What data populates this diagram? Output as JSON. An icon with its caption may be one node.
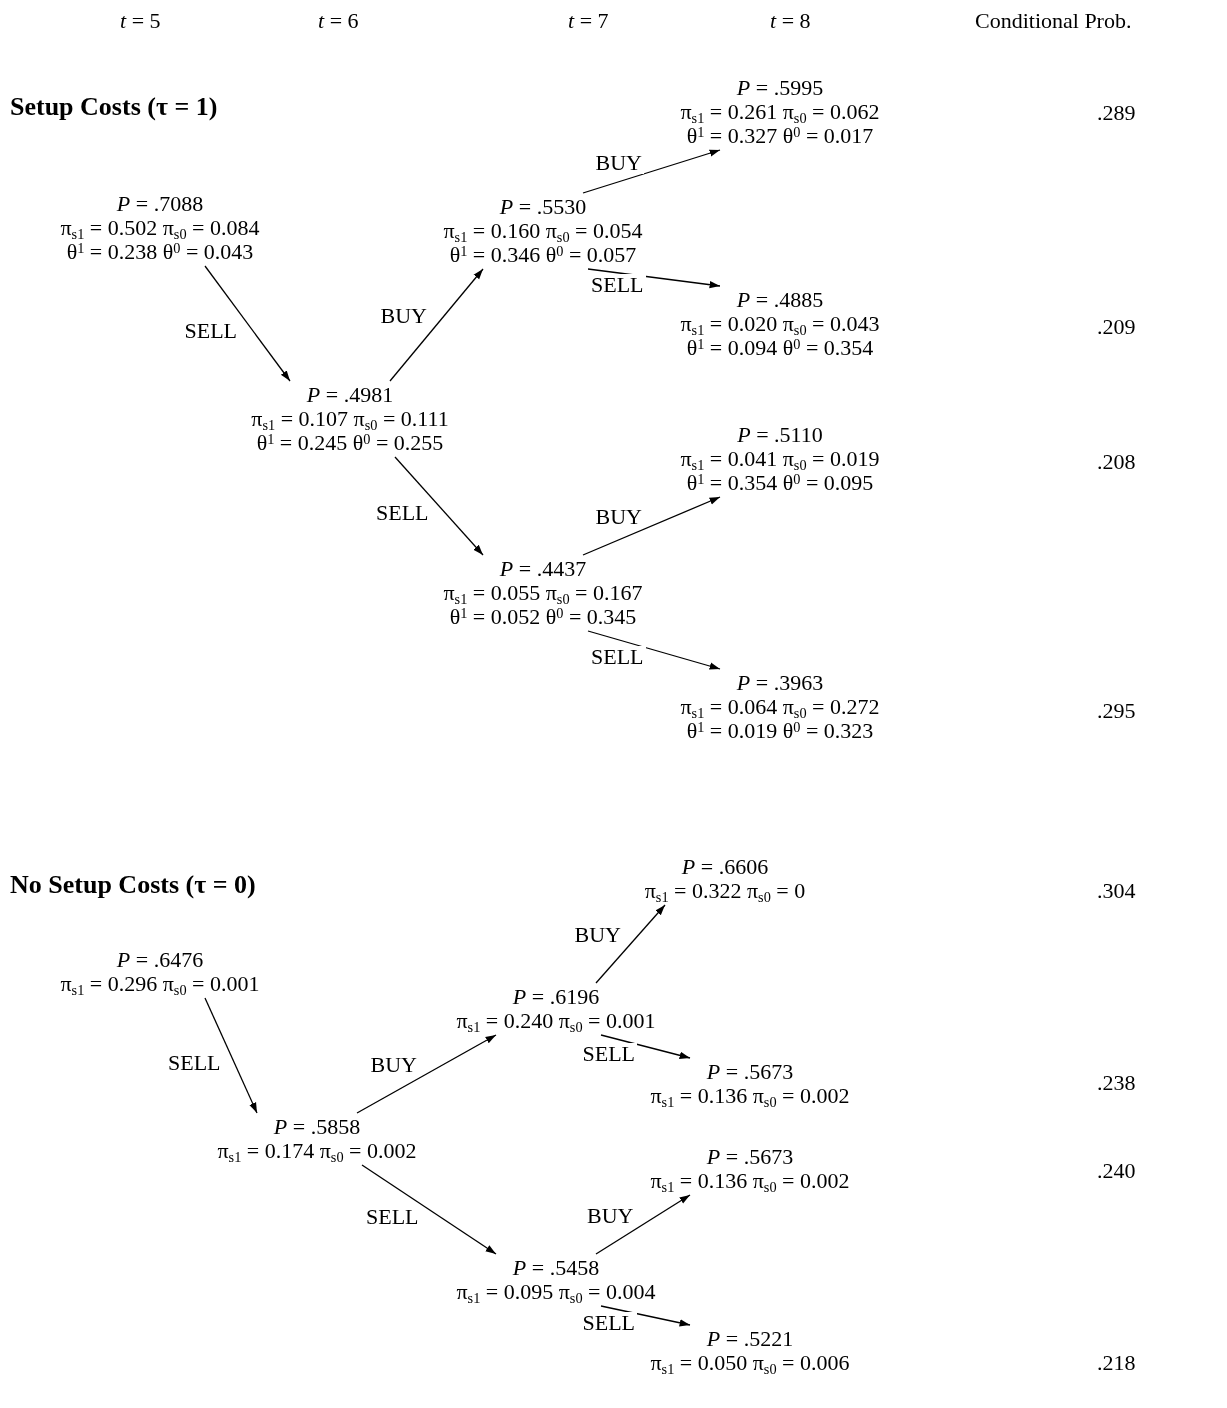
{
  "diagram": {
    "nodes": [
      {
        "text": [
          "*P* = .7088",
          "π$_{s1}$ = 0.502 π$_{s0}$ = 0.084",
          "θ$^{1}$ = 0.238 θ$^{0}$ = 0.043"
        ]
      },
      {
        "text": [
          "*P* = .4981",
          "π$_{s1}$ = 0.107 π$_{s0}$ = 0.111",
          "θ$^{1}$ = 0.245 θ$^{0}$ = 0.255"
        ]
      },
      {
        "text": [
          "*P* = .5530",
          "π$_{s1}$ = 0.160 π$_{s0}$ = 0.054",
          "θ$^{1}$ = 0.346 θ$^{0}$ = 0.057"
        ]
      },
      {
        "text": [
          "*P* = .4437",
          "π$_{s1}$ = 0.055 π$_{s0}$ = 0.167",
          "θ$^{1}$ = 0.052 θ$^{0}$ = 0.345"
        ]
      },
      {
        "text": [
          "*P* = .5995",
          "π$_{s1}$ = 0.261 π$_{s0}$ = 0.062",
          "θ$^{1}$ = 0.327 θ$^{0}$ = 0.017"
        ]
      },
      {
        "text": [
          "*P* = .4885",
          "π$_{s1}$ = 0.020 π$_{s0}$ = 0.043",
          "θ$^{1}$ = 0.094 θ$^{0}$ = 0.354"
        ]
      },
      {
        "text": [
          "*P* = .5110",
          "π$_{s1}$ = 0.041 π$_{s0}$ = 0.019",
          "θ$^{1}$ = 0.354 θ$^{0}$ = 0.095"
        ]
      },
      {
        "text": [
          "*P* = .3963",
          "π$_{s1}$ = 0.064 π$_{s0}$ = 0.272",
          "θ$^{1}$ = 0.019 θ$^{0}$ = 0.323"
        ]
      },
      {
        "text": [
          "*P* = .6476",
          "π$_{s1}$ = 0.296 π$_{s0}$ = 0.001"
        ]
      },
      {
        "text": [
          "*P* = .5858",
          "π$_{s1}$ = 0.174 π$_{s0}$ = 0.002"
        ]
      },
      {
        "text": [
          "*P* = .6196",
          "π$_{s1}$ = 0.240 π$_{s0}$ = 0.001"
        ]
      },
      {
        "text": [
          "*P* = .5458",
          "π$_{s1}$ = 0.095 π$_{s0}$ = 0.004"
        ]
      },
      {
        "text": [
          "*P* = .6606",
          "π$_{s1}$ = 0.322 π$_{s0}$ = 0"
        ]
      },
      {
        "text": [
          "*P* = .5673",
          "π$_{s1}$ = 0.136 π$_{s0}$ = 0.002"
        ]
      },
      {
        "text": [
          "*P* = .5673",
          "π$_{s1}$ = 0.136 π$_{s0}$ = 0.002"
        ]
      },
      {
        "text": [
          "*P* = .5221",
          "π$_{s1}$ = 0.050 π$_{s0}$ = 0.006"
        ]
      }
    ],
    "edges": [
      {
        "from": 0,
        "to": 1,
        "arrow": "to",
        "label": "SELL"
      },
      {
        "from": 1,
        "to": 2,
        "arrow": "to",
        "label": "BUY"
      },
      {
        "from": 1,
        "to": 3,
        "arrow": "to",
        "label": "SELL"
      },
      {
        "from": 2,
        "to": 4,
        "arrow": "to",
        "label": "BUY"
      },
      {
        "from": 2,
        "to": 5,
        "arrow": "to",
        "label": "SELL"
      },
      {
        "from": 3,
        "to": 6,
        "arrow": "to",
        "label": "BUY"
      },
      {
        "from": 3,
        "to": 7,
        "arrow": "to",
        "label": "SELL"
      },
      {
        "from": 8,
        "to": 9,
        "arrow": "to",
        "label": "SELL"
      },
      {
        "from": 9,
        "to": 10,
        "arrow": "to",
        "label": "BUY"
      },
      {
        "from": 9,
        "to": 11,
        "arrow": "to",
        "label": "SELL"
      },
      {
        "from": 10,
        "to": 12,
        "arrow": "to",
        "label": "BUY"
      },
      {
        "from": 10,
        "to": 13,
        "arrow": "to",
        "label": "SELL"
      },
      {
        "from": 11,
        "to": 14,
        "arrow": "to",
        "label": "BUY"
      },
      {
        "from": 11,
        "to": 15,
        "arrow": "to",
        "label": "SELL"
      }
    ],
    "labels": [
      "*t* = 5",
      "*t* = 6",
      "*t* = 7",
      "*t* = 8",
      "Conditional Prob.",
      "Setup Costs (τ = 1)",
      ".289",
      ".209",
      ".208",
      ".295",
      "No Setup Costs (τ = 0)",
      ".304",
      ".238",
      ".240",
      ".218"
    ]
  }
}
